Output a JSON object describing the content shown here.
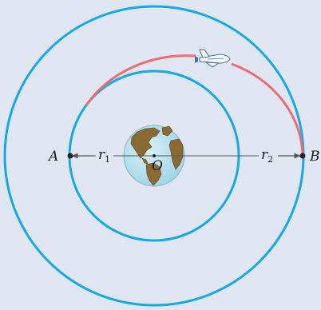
{
  "labels": {
    "point_a": "A",
    "point_b": "B",
    "center": "O",
    "r1_symbol": "r",
    "r1_subscript": "1",
    "r2_symbol": "r",
    "r2_subscript": "2"
  },
  "colors": {
    "background": "#dfe6f2",
    "orbit": "#17a8e3",
    "transfer_arc": "#ef6b73",
    "axis_line": "#555555",
    "point": "#222222",
    "ocean": "#b9e1ee",
    "land": "#8a6a34"
  },
  "icons": {
    "earth": "earth-globe-icon",
    "shuttle": "space-shuttle-icon"
  }
}
